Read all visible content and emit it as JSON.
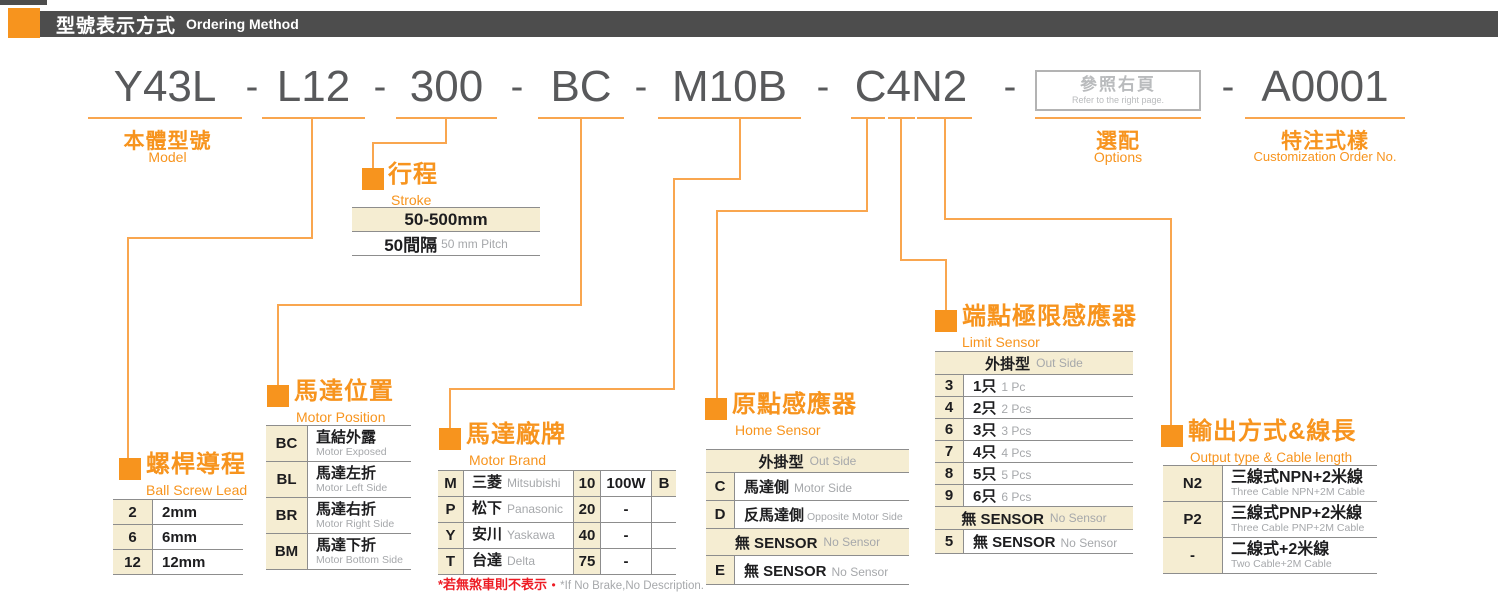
{
  "colors": {
    "accent_orange": "#F7941E",
    "connector_orange": "#F9A64F",
    "table_beige": "#F5EDD2",
    "header_gray": "#4D4D4D",
    "note_red": "#ED1C24"
  },
  "header": {
    "title_zh": "型號表示方式",
    "title_en": "Ordering Method"
  },
  "model_code": {
    "dash": "-",
    "seg_model": "Y43L",
    "seg_lead": "L12",
    "seg_stroke": "300",
    "seg_position": "BC",
    "seg_brand": "M10B",
    "seg_sensor": "C4N2",
    "seg_custom": "A0001",
    "options_box_zh": "參照右頁",
    "options_box_en": "Refer to the right page."
  },
  "callout_model": {
    "zh": "本體型號",
    "en": "Model"
  },
  "callout_options": {
    "zh": "選配",
    "en": "Options"
  },
  "callout_custom": {
    "zh": "特注式樣",
    "en": "Customization Order No."
  },
  "stroke": {
    "title_zh": "行程",
    "title_en": "Stroke",
    "range": "50-500mm",
    "pitch_zh": "50間隔",
    "pitch_en": "50 mm Pitch"
  },
  "ball_screw": {
    "title_zh": "螺桿導程",
    "title_en": "Ball Screw Lead",
    "rows": [
      {
        "code": "2",
        "value": "2mm"
      },
      {
        "code": "6",
        "value": "6mm"
      },
      {
        "code": "12",
        "value": "12mm"
      }
    ]
  },
  "motor_position": {
    "title_zh": "馬達位置",
    "title_en": "Motor Position",
    "rows": [
      {
        "code": "BC",
        "zh": "直結外露",
        "en": "Motor Exposed"
      },
      {
        "code": "BL",
        "zh": "馬達左折",
        "en": "Motor Left Side"
      },
      {
        "code": "BR",
        "zh": "馬達右折",
        "en": "Motor Right Side"
      },
      {
        "code": "BM",
        "zh": "馬達下折",
        "en": "Motor Bottom Side"
      }
    ]
  },
  "motor_brand": {
    "title_zh": "馬達廠牌",
    "title_en": "Motor Brand",
    "rows": [
      {
        "code": "M",
        "zh": "三菱",
        "en": "Mitsubishi",
        "power": "10",
        "watt": "100W",
        "brake": "B"
      },
      {
        "code": "P",
        "zh": "松下",
        "en": "Panasonic",
        "power": "20",
        "watt": "-",
        "brake": ""
      },
      {
        "code": "Y",
        "zh": "安川",
        "en": "Yaskawa",
        "power": "40",
        "watt": "-",
        "brake": ""
      },
      {
        "code": "T",
        "zh": "台達",
        "en": "Delta",
        "power": "75",
        "watt": "-",
        "brake": ""
      }
    ],
    "note_zh": "*若無煞車則不表示",
    "note_sep": "•",
    "note_en": "*If No Brake,No Description."
  },
  "home_sensor": {
    "title_zh": "原點感應器",
    "title_en": "Home Sensor",
    "group1": {
      "zh": "外掛型",
      "en": "Out Side"
    },
    "rows": [
      {
        "code": "C",
        "zh": "馬達側",
        "en": "Motor Side"
      },
      {
        "code": "D",
        "zh": "反馬達側",
        "en": "Opposite Motor Side"
      }
    ],
    "group2": {
      "zh": "無 SENSOR",
      "en": "No Sensor"
    },
    "rows2": [
      {
        "code": "E",
        "zh": "無 SENSOR",
        "en": "No Sensor"
      }
    ]
  },
  "limit_sensor": {
    "title_zh": "端點極限感應器",
    "title_en": "Limit Sensor",
    "group1": {
      "zh": "外掛型",
      "en": "Out Side"
    },
    "rows": [
      {
        "code": "3",
        "zh": "1只",
        "en": "1 Pc"
      },
      {
        "code": "4",
        "zh": "2只",
        "en": "2 Pcs"
      },
      {
        "code": "6",
        "zh": "3只",
        "en": "3 Pcs"
      },
      {
        "code": "7",
        "zh": "4只",
        "en": "4 Pcs"
      },
      {
        "code": "8",
        "zh": "5只",
        "en": "5 Pcs"
      },
      {
        "code": "9",
        "zh": "6只",
        "en": "6 Pcs"
      }
    ],
    "group2": {
      "zh": "無 SENSOR",
      "en": "No Sensor"
    },
    "rows2": [
      {
        "code": "5",
        "zh": "無 SENSOR",
        "en": "No Sensor"
      }
    ]
  },
  "output": {
    "title_zh": "輸出方式&線長",
    "title_en": "Output type & Cable length",
    "rows": [
      {
        "code": "N2",
        "zh": "三線式NPN+2米線",
        "en": "Three Cable NPN+2M Cable"
      },
      {
        "code": "P2",
        "zh": "三線式PNP+2米線",
        "en": "Three Cable PNP+2M Cable"
      },
      {
        "code": "-",
        "zh": "二線式+2米線",
        "en": "Two Cable+2M Cable"
      }
    ]
  }
}
